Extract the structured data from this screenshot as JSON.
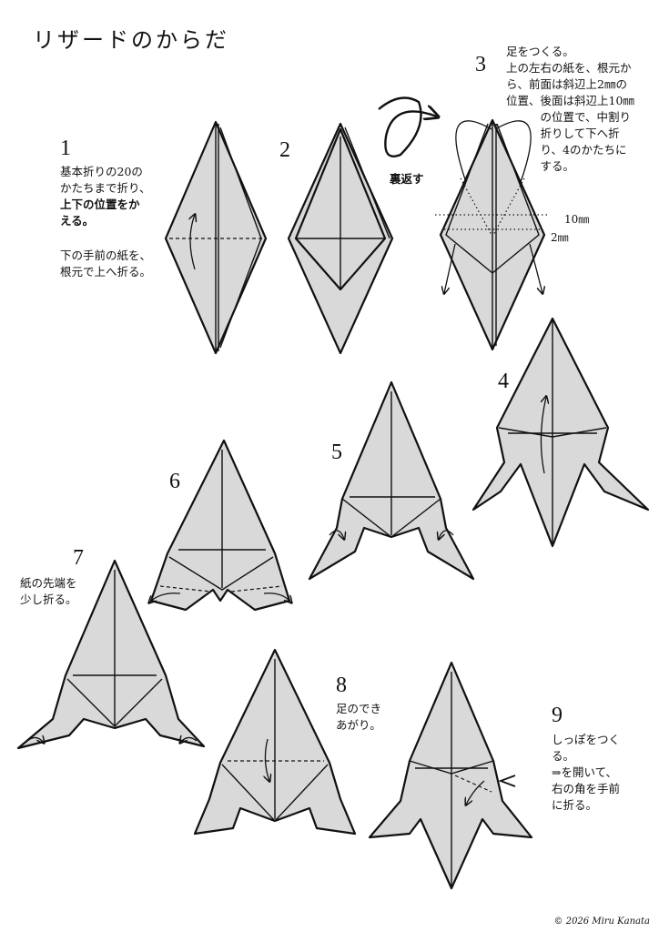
{
  "title": "リザードのからだ",
  "steps": [
    {
      "num": "1",
      "text_a": "基本折りの20の\nかたちまで折り、",
      "text_bold": "上下の位置をか\nえる。",
      "text_b": "下の手前の紙を、\n根元で上へ折る。"
    },
    {
      "num": "2"
    },
    {
      "num": "3",
      "text": "足をつくる。\n上の左右の紙を、根元か\nら、前面は斜辺上2㎜の\n位置、後面は斜辺上10㎜\n　　　の位置で、中割り\n　　　折りして下へ折\n　　　り、4のかたちに\n　　　する。"
    },
    {
      "num": "4"
    },
    {
      "num": "5"
    },
    {
      "num": "6"
    },
    {
      "num": "7",
      "text": "紙の先端を\n少し折る。"
    },
    {
      "num": "8",
      "text": "足のでき\nあがり。"
    },
    {
      "num": "9",
      "text": "しっぽをつく\nる。\n⇒を開いて、\n右の角を手前\nに折る。"
    }
  ],
  "labels": {
    "flip": "裏返す",
    "mm10": "10㎜",
    "mm2": "2㎜"
  },
  "copyright": "© 2026 Miru Kanata"
}
